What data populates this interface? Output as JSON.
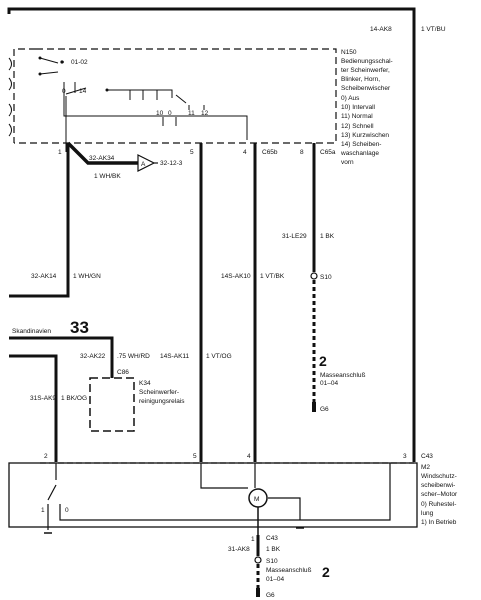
{
  "top_right": {
    "wire_code": "14-AK8",
    "wire_spec": "1 VT/BU"
  },
  "n150": {
    "id": "N150",
    "desc": [
      "Bedienungsschal-",
      "ter Scheinwerfer,",
      "Blinker, Horn,",
      "Scheibenwischer",
      "0)  Aus",
      "10) Intervall",
      "11) Normal",
      "12) Schnell",
      "13) Kurzwischen",
      "14) Scheiben-",
      "     waschanlage",
      "     vorn"
    ],
    "contacts": [
      "01-02",
      "0",
      "14",
      "10",
      "0",
      "11",
      "12"
    ],
    "pins": [
      "1",
      "5",
      "4",
      "8"
    ],
    "pin_labels": [
      "C65b",
      "C65a"
    ]
  },
  "connector_a": {
    "wire_code": "32-AK34",
    "wire_spec": "1 WH/BK",
    "letter": "A",
    "ref": "32-12-3"
  },
  "wires": {
    "ak14": {
      "code": "32-AK14",
      "spec": "1 WH/GN"
    },
    "ak10": {
      "code": "14S-AK10",
      "spec": "1 VT/BK"
    },
    "le29": {
      "code": "31-LE29",
      "spec": "1 BK"
    },
    "ak22": {
      "code": "32-AK22",
      "spec": ".75 WH/RD"
    },
    "ak11": {
      "code": "14S-AK11",
      "spec": "1 VT/OG"
    },
    "ak9": {
      "code": "31S-AK9",
      "spec": "1 BK/OG"
    }
  },
  "s10_top": "S10",
  "ground_mid": {
    "num": "2",
    "line1": "Masseanschluß",
    "line2": "01–04",
    "g": "G6"
  },
  "skandinavien": {
    "label": "Skandinavien",
    "num": "33"
  },
  "k34": {
    "pin": "C86",
    "id": "K34",
    "line1": "Scheinwerfer-",
    "line2": "reinigungsrelais"
  },
  "m2": {
    "id": "M2",
    "desc": [
      "Windschutz-",
      "scheibenwi-",
      "scher–Motor",
      "0)  Ruhestel-",
      "     lung",
      "1)  In Betrieb"
    ],
    "pins": [
      "2",
      "5",
      "4",
      "3"
    ],
    "c43": "C43",
    "switch_labels": [
      "1",
      "0"
    ],
    "motor": "M",
    "bottom_pin": "1"
  },
  "bottom": {
    "c43": "C43",
    "wire_code": "31-AK8",
    "wire_spec": "1 BK",
    "s10": "S10",
    "num": "2",
    "line1": "Masseanschluß",
    "line2": "01–04",
    "g": "G6"
  }
}
